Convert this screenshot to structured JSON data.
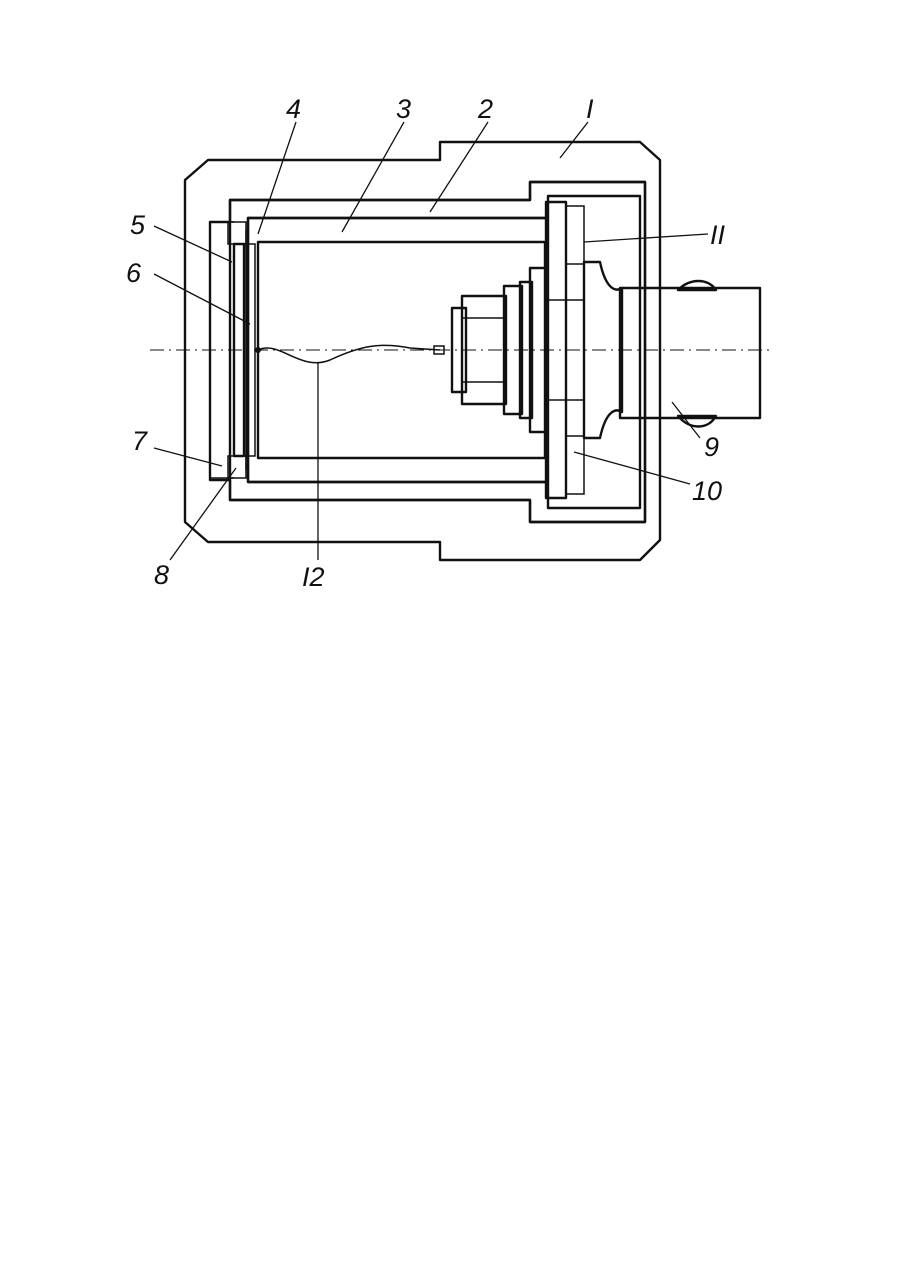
{
  "figure": {
    "callouts": [
      {
        "id": "callout-1",
        "text": "I"
      },
      {
        "id": "callout-2",
        "text": "2"
      },
      {
        "id": "callout-3",
        "text": "3"
      },
      {
        "id": "callout-4",
        "text": "4"
      },
      {
        "id": "callout-5",
        "text": "5"
      },
      {
        "id": "callout-6",
        "text": "6"
      },
      {
        "id": "callout-7",
        "text": "7"
      },
      {
        "id": "callout-8",
        "text": "8"
      },
      {
        "id": "callout-9",
        "text": "9"
      },
      {
        "id": "callout-10",
        "text": "10"
      },
      {
        "id": "callout-11",
        "text": "II"
      },
      {
        "id": "callout-12",
        "text": "I2"
      }
    ],
    "colors": {
      "ink": "#111111",
      "paper": "#ffffff"
    }
  }
}
